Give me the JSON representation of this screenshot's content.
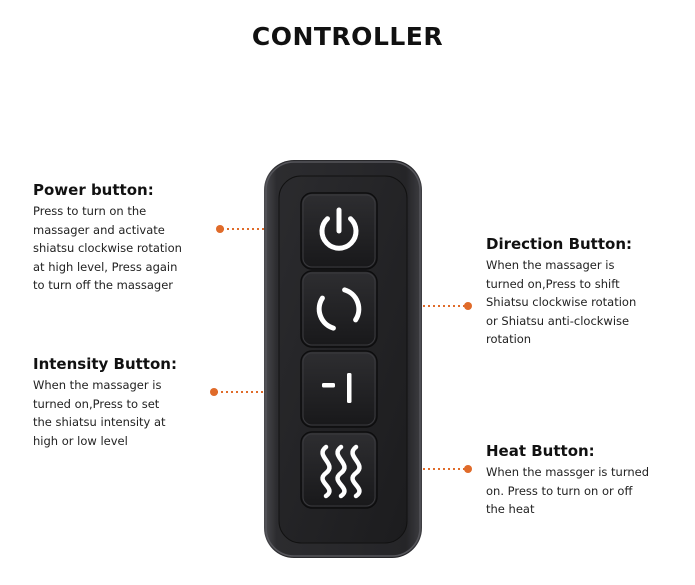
{
  "title": "CONTROLLER",
  "callouts": {
    "power": {
      "heading": "Power button:",
      "lines": [
        "Press to turn on the",
        "massager and activate",
        "shiatsu clockwise rotation",
        "at high level, Press again",
        "to turn off the massager"
      ]
    },
    "intensity": {
      "heading": "Intensity Button:",
      "lines": [
        "When the massager is",
        "turned on,Press to set",
        "the shiatsu intensity at",
        "high or low level"
      ]
    },
    "direction": {
      "heading": "Direction Button:",
      "lines": [
        "When the massager is",
        "turned on,Press to shift",
        "Shiatsu clockwise rotation",
        "or Shiatsu anti-clockwise",
        "rotation"
      ]
    },
    "heat": {
      "heading": "Heat Button:",
      "lines": [
        "When the massger is turned",
        "on. Press to turn on or off",
        "the heat"
      ]
    }
  },
  "buttons": [
    {
      "name": "power-button",
      "icon": "power-icon"
    },
    {
      "name": "direction-button",
      "icon": "rotation-arrows-icon"
    },
    {
      "name": "intensity-button",
      "icon": "intensity-bars-icon"
    },
    {
      "name": "heat-button",
      "icon": "heat-waves-icon"
    }
  ],
  "colors": {
    "callout_accent": "#e06b2a",
    "controller_body": "#2a2a2c",
    "button_face": "#1e1e20",
    "icon": "#ffffff"
  }
}
